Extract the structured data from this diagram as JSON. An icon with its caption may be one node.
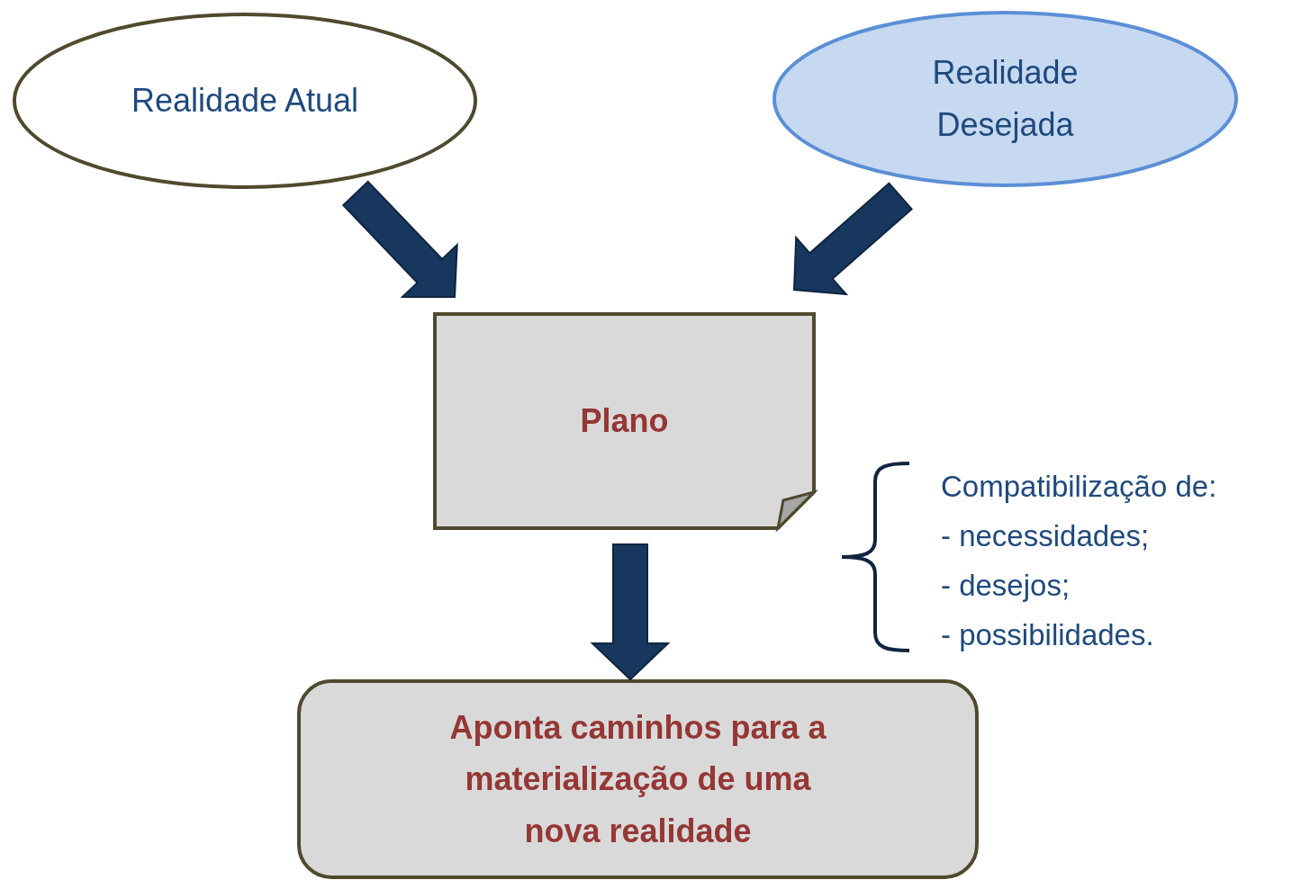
{
  "diagram": {
    "nodes": [
      {
        "text": [
          "Realidade Atual"
        ]
      },
      {
        "text": [
          "Realidade Desejada"
        ]
      },
      {
        "text": [
          "Plano"
        ]
      },
      {
        "text": [
          "Aponta caminhos para a materialização de uma nova realidade"
        ]
      }
    ],
    "edges": [
      {
        "from": 0,
        "to": 2,
        "arrow": "to"
      },
      {
        "from": 1,
        "to": 2,
        "arrow": "to"
      },
      {
        "from": 2,
        "to": 3,
        "arrow": "to"
      }
    ],
    "labels": [
      "Compatibilização de:",
      "- necessidades;",
      "- desejos;",
      "- possibilidades."
    ]
  }
}
